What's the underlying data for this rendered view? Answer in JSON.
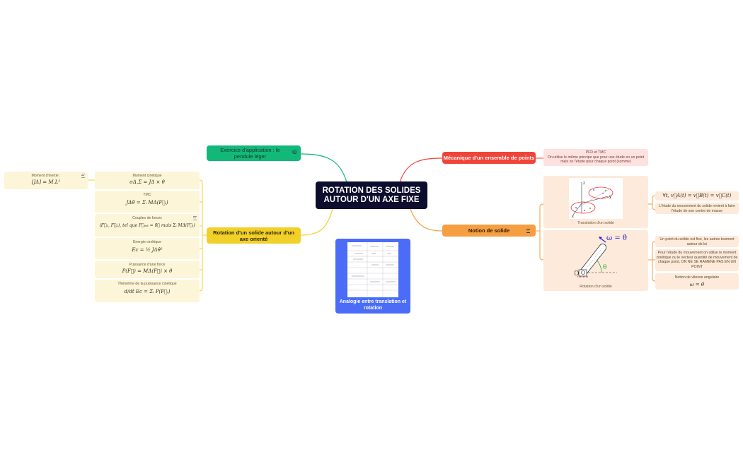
{
  "central": {
    "title": "ROTATION DES SOLIDES AUTOUR D'UN AXE FIXE",
    "color": "#0d0d2e"
  },
  "topics": {
    "exercise": {
      "label": "Exercice d'application : le pendule léger",
      "color": "#12b87a",
      "collapse_icon": "⊖"
    },
    "mechanics": {
      "label": "Mécanique d'un ensemble de points",
      "color": "#f04438",
      "note": {
        "title": "PFD et TMC",
        "text": "On utilise le même principe que pour une étude en un point mais on l'étude pour chaque point (somme)"
      }
    },
    "rotation": {
      "label": "Rotation d'un solide autour d'un axe orienté",
      "color": "#f2d02a",
      "items": [
        {
          "label": "Moment cinétique",
          "formula": "σΔ,Σ = JΔ × θ̇"
        },
        {
          "label": "TMC",
          "formula": "JΔθ̈ = Σᵢ MΔ(F⃗ᵢ)"
        },
        {
          "label": "Couples de forces",
          "formula": "(F⃗₁, F⃗₂), tel que F⃗ₑₓₜ = 0⃗ mais Σᵢ MΔ(F⃗ᵢ)"
        },
        {
          "label": "Energie cinétique",
          "formula": "Ec = ½ JΔθ̇²"
        },
        {
          "label": "Puissance d'une force",
          "formula": "P(F⃗) = MΔ(F⃗) × θ̇"
        },
        {
          "label": "Théorème de la puissance cinétique",
          "formula": "d/dt Ec = Σᵢ P(F⃗ᵢ)"
        }
      ],
      "inertia": {
        "label": "Moment d'inertie :",
        "formula": "[JΔ] = M.L²"
      }
    },
    "solid": {
      "label": "Notion de solide",
      "color": "#f59e42",
      "translation": {
        "caption": "Translation d'un solide",
        "facts": [
          {
            "formula": "∀t, v⃗A(t) = v⃗B(t) = v⃗C(t)"
          },
          {
            "text": "L'étude du mouvement du solide revient à faire l'étude de son centre de masse"
          }
        ]
      },
      "rotation": {
        "caption": "Rotation d'un solide",
        "omega_label": "ω = θ̇",
        "theta_label": "θ",
        "origin_label": "O",
        "facts": [
          {
            "text": "Un point du solide est fixe, les autres tournent autour de lui"
          },
          {
            "text": "Pour l'étude du mouvement on utilise le moment cinétique ou le vecteur quantité de mouvement de chaque point, ON NE SE RAMENE PAS EN UN POINT"
          },
          {
            "text": "Notion de vitesse angulaire",
            "formula": "ω = θ̇"
          }
        ]
      }
    },
    "analogy": {
      "label": "Analogie entre translation et rotation",
      "color": "#4a6cf7"
    }
  },
  "axis_labels": {
    "z": "z",
    "y": "y",
    "x": "x"
  }
}
